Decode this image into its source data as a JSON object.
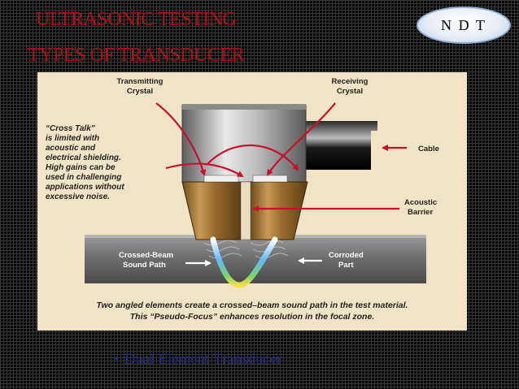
{
  "slide": {
    "title_line1": "ULTRASONIC TESTING",
    "title_line2": "TYPES OF TRANSDUCER",
    "badge": "N D T",
    "bullet": "Dual Element Transducer"
  },
  "diagram": {
    "labels": {
      "transmitting_1": "Transmitting",
      "transmitting_2": "Crystal",
      "receiving_1": "Receiving",
      "receiving_2": "Crystal",
      "cable": "Cable",
      "acoustic_1": "Acoustic",
      "acoustic_2": "Barrier",
      "crossbeam_1": "Crossed-Beam",
      "crossbeam_2": "Sound Path",
      "corroded_1": "Corroded",
      "corroded_2": "Part"
    },
    "note_lines": [
      "“Cross Talk”",
      "is limited with",
      "acoustic and",
      "electrical shielding.",
      "High gains can be",
      "used in challenging",
      "applications without",
      "excessive noise."
    ],
    "caption_lines": [
      "Two angled elements create a crossed–beam sound path in the test material.",
      "This “Pseudo-Focus” enhances resolution in the focal zone."
    ],
    "colors": {
      "arrow": "#c8102e",
      "housing_light": "#d6d6d6",
      "housing_dark": "#6e6e6e",
      "wedge": "#a8793a",
      "part": "#7c7c7c",
      "panel_bg": "#f1e3c6"
    }
  }
}
